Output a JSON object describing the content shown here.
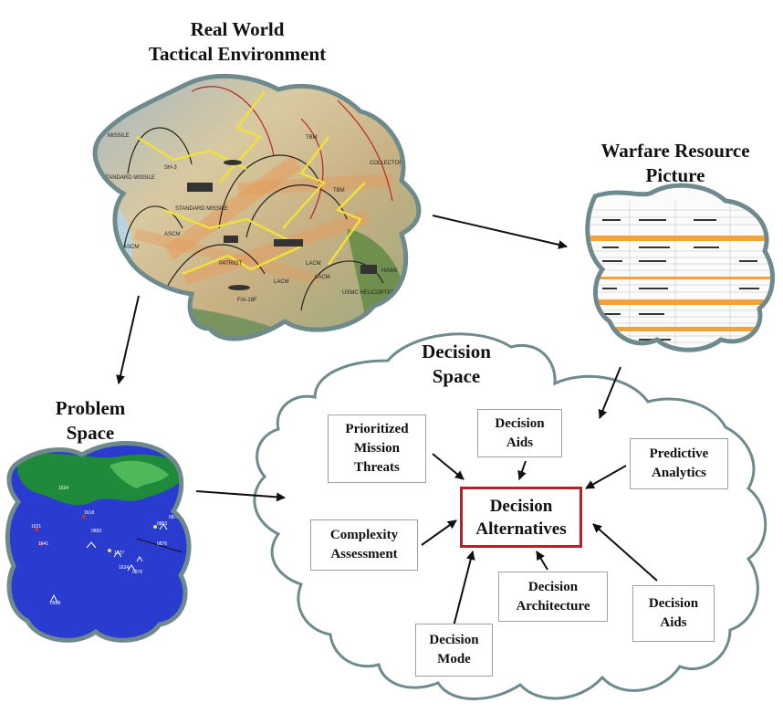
{
  "titles": {
    "real_world": [
      "Real World",
      "Tactical Environment"
    ],
    "warfare_resource": [
      "Warfare Resource",
      "Picture"
    ],
    "problem_space": [
      "Problem",
      "Space"
    ],
    "decision_space": [
      "Decision",
      "Space"
    ]
  },
  "boxes": {
    "prioritized_mission_threats": [
      "Prioritized",
      "Mission",
      "Threats"
    ],
    "decision_aids_top": [
      "Decision",
      "Aids"
    ],
    "predictive_analytics": [
      "Predictive",
      "Analytics"
    ],
    "decision_alternatives": [
      "Decision",
      "Alternatives"
    ],
    "complexity_assessment": [
      "Complexity",
      "Assessment"
    ],
    "decision_architecture": [
      "Decision",
      "Architecture"
    ],
    "decision_aids_bottom": [
      "Decision",
      "Aids"
    ],
    "decision_mode": [
      "Decision",
      "Mode"
    ]
  },
  "tactical_map_labels": [
    "MISSILE",
    "STANDARD MISSILE",
    "SH-3",
    "STANDARD MISSILE",
    "PATRIOT",
    "TBM",
    "LACM",
    "USMC HELICOPTER",
    "F/A-18F",
    "ASCM",
    "ASCM",
    "COLLECTORS",
    "TBM",
    "LACM",
    "LACM",
    "HAWK"
  ],
  "problem_map_labels": [
    "1634",
    "1621",
    "1618",
    "0893",
    "1641",
    "0803",
    "0878",
    "0876",
    "1627",
    "1634",
    "0876",
    "0998"
  ],
  "colors": {
    "cloud_border": "#6f8a8c",
    "center_box_border": "#b0232a",
    "box_border": "#9aa3a3",
    "sheet_orange": "#f3a23a",
    "ocean_blue": "#2a3ccf",
    "land_green": "#1f8a3a"
  }
}
